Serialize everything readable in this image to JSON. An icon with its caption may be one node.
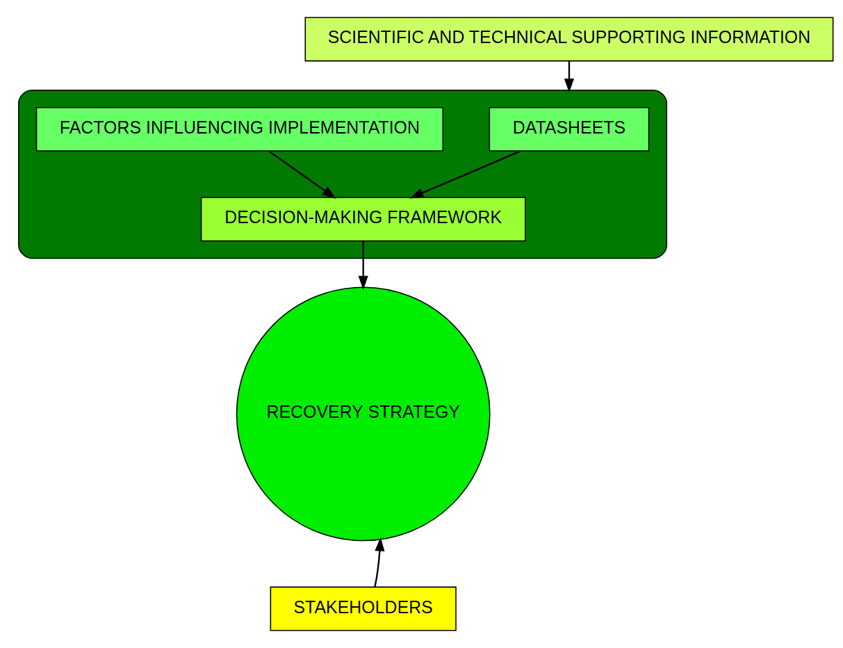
{
  "diagram": {
    "nodes": [
      {
        "text": [
          "SCIENTIFIC AND TECHNICAL SUPPORTING INFORMATION"
        ]
      },
      {
        "text": [],
        "shape": "band"
      },
      {
        "text": [
          "DATASHEETS"
        ],
        "in": 1
      },
      {
        "text": [
          "FACTORS INFLUENCING IMPLEMENTATION"
        ],
        "in": 1
      },
      {
        "text": [
          "DECISION-MAKING FRAMEWORK"
        ],
        "in": 1
      },
      {
        "text": [
          "RECOVERY STRATEGY"
        ]
      },
      {
        "text": [
          "STAKEHOLDERS"
        ]
      }
    ],
    "edges": [
      {
        "from": 0,
        "to": 1,
        "arrow": "to"
      },
      {
        "from": 2,
        "to": 4,
        "arrow": "to"
      },
      {
        "from": 3,
        "to": 4,
        "arrow": "to"
      },
      {
        "from": 4,
        "to": 5,
        "arrow": "to"
      },
      {
        "from": 6,
        "to": 5,
        "arrow": "to"
      }
    ]
  }
}
